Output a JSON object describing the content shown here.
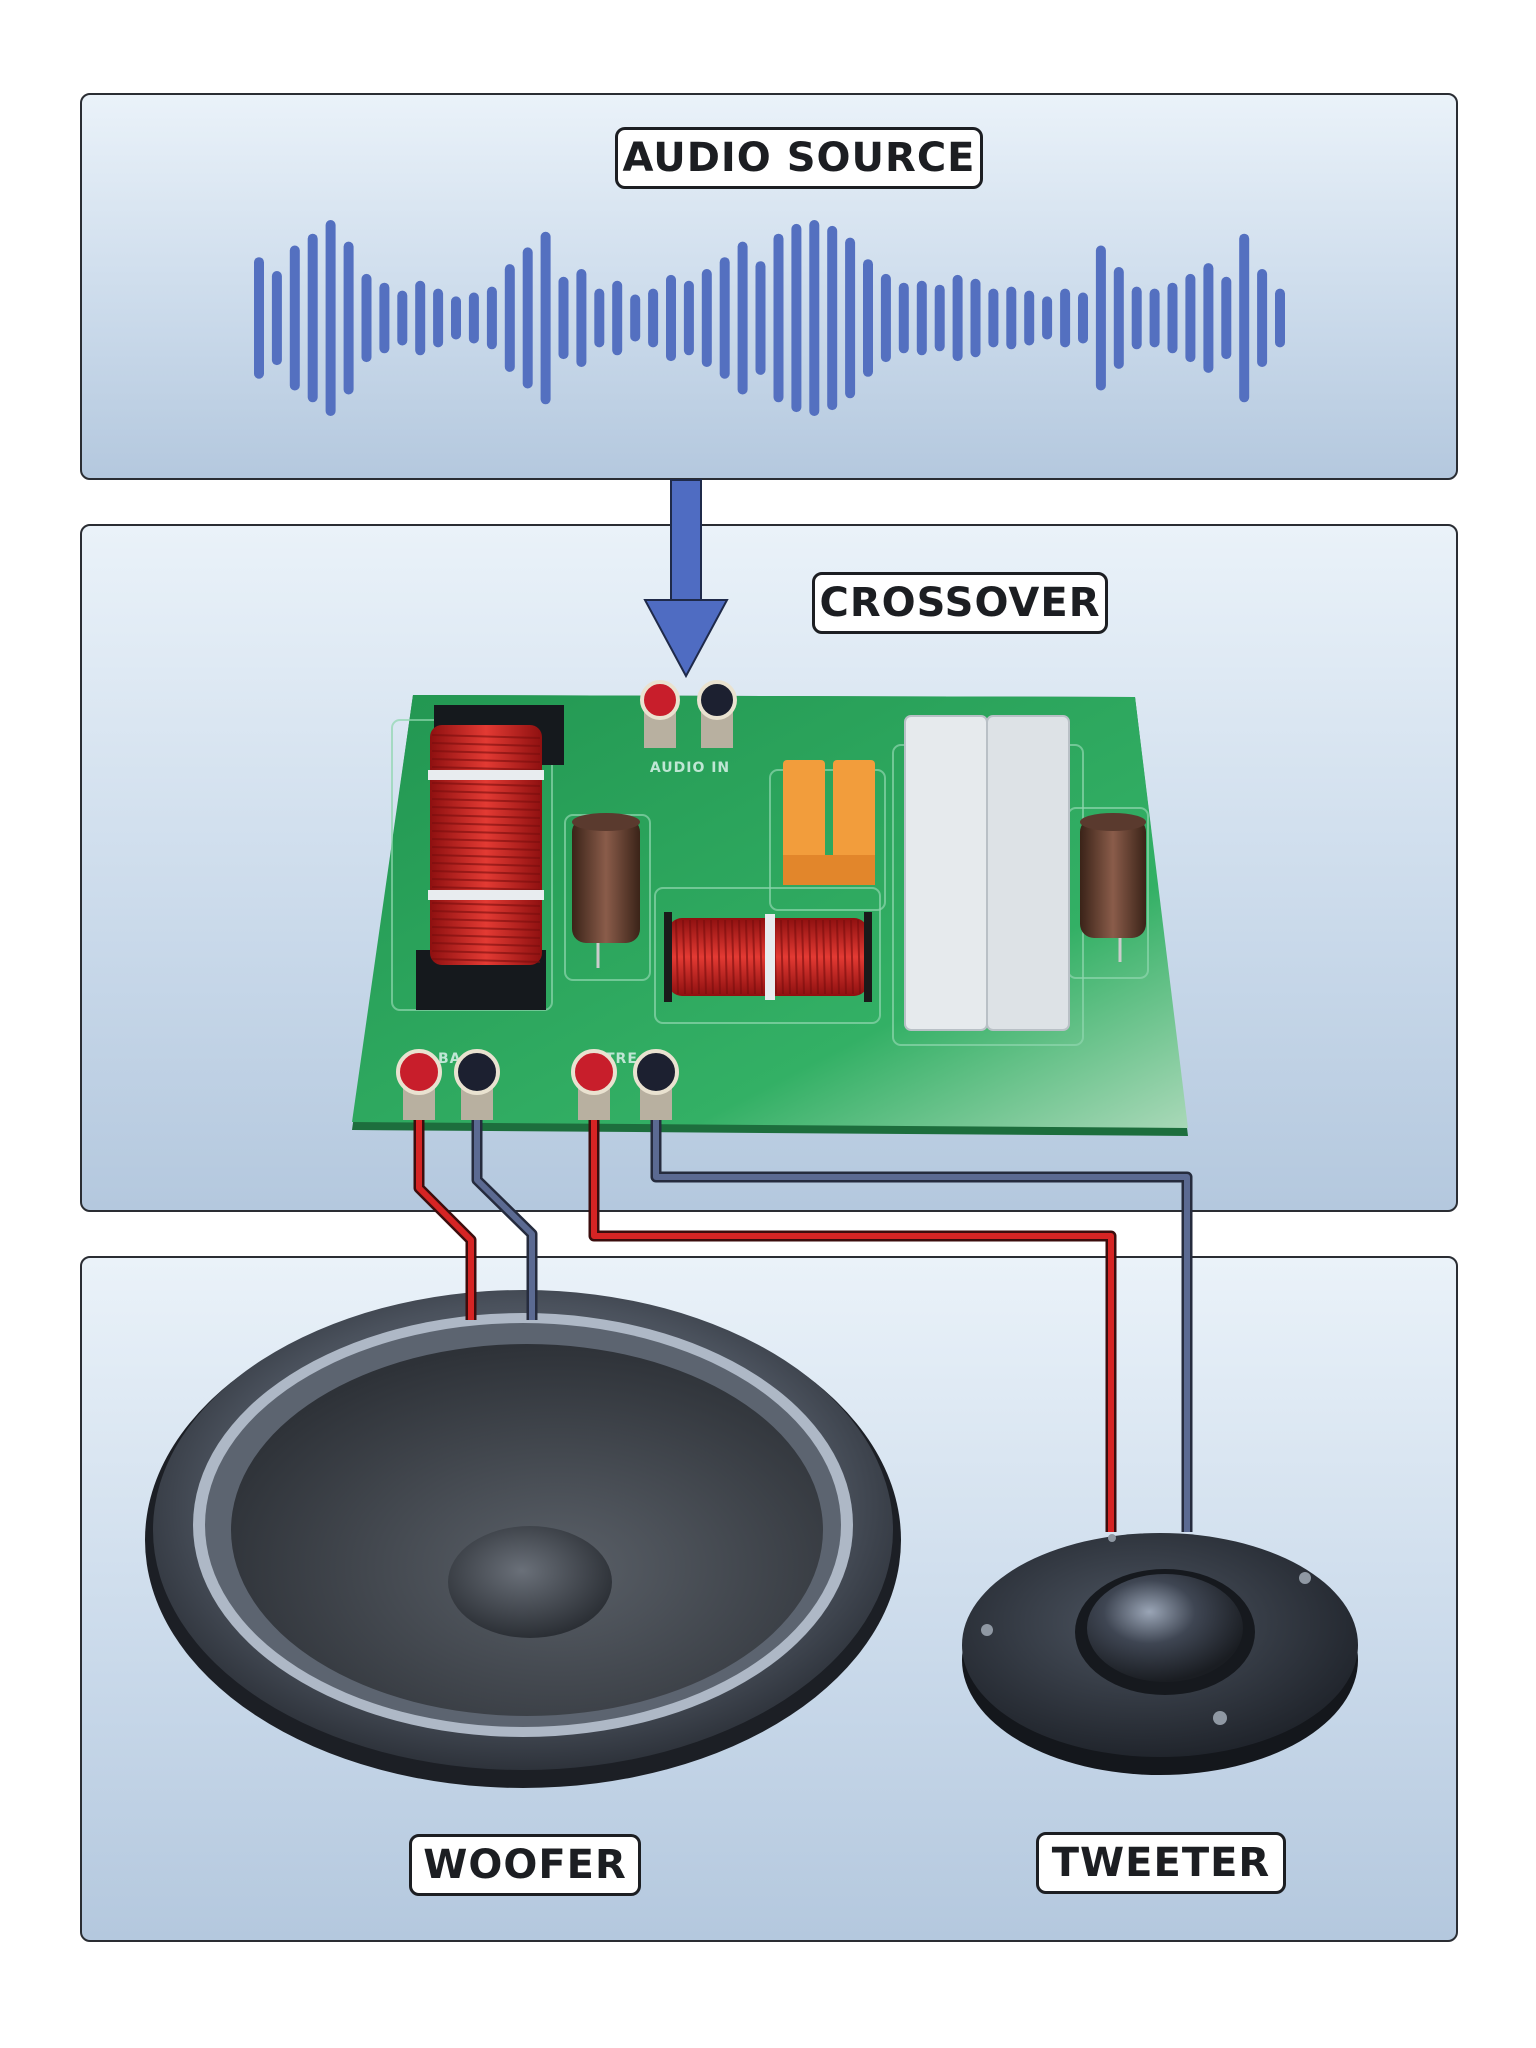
{
  "labels": {
    "audio_source": "AUDIO SOURCE",
    "crossover": "CROSSOVER",
    "woofer": "WOOFER",
    "tweeter": "TWEETER",
    "audio_in": "AUDIO IN",
    "bass": "BA",
    "treble": "TRE"
  },
  "colors": {
    "waveform": "#5470c0",
    "arrow": "#4f6cc2",
    "pcb": "#2fa55a",
    "wire_positive": "#d62424",
    "wire_negative": "#5b6a92"
  },
  "waveform_amplitudes": [
    0.62,
    0.48,
    0.74,
    0.86,
    1.0,
    0.78,
    0.45,
    0.36,
    0.28,
    0.38,
    0.3,
    0.22,
    0.26,
    0.32,
    0.55,
    0.72,
    0.88,
    0.42,
    0.5,
    0.3,
    0.38,
    0.24,
    0.3,
    0.44,
    0.38,
    0.5,
    0.62,
    0.78,
    0.58,
    0.86,
    0.96,
    1.0,
    0.94,
    0.82,
    0.6,
    0.45,
    0.36,
    0.38,
    0.34,
    0.44,
    0.4,
    0.3,
    0.32,
    0.28,
    0.22,
    0.3,
    0.26,
    0.74,
    0.52,
    0.32,
    0.3,
    0.36,
    0.45,
    0.56,
    0.42,
    0.86,
    0.5,
    0.3
  ]
}
